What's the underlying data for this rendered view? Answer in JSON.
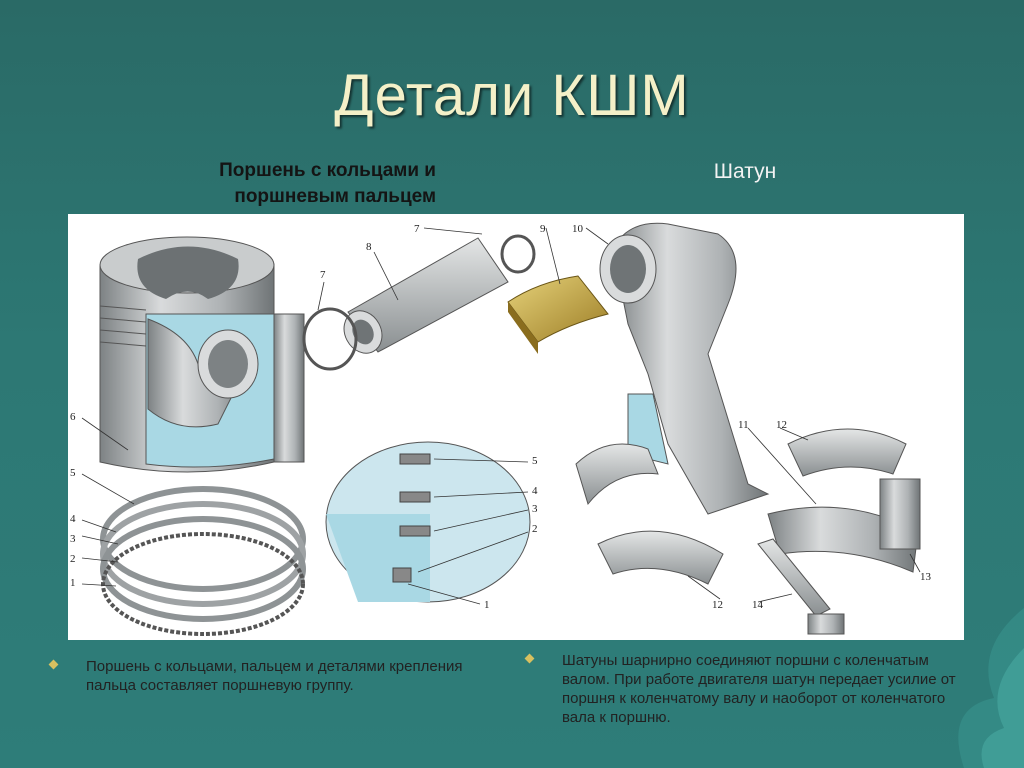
{
  "slide": {
    "title": "Детали КШМ",
    "heading_left": "Поршень с кольцами и\nпоршневым пальцем",
    "heading_right": "Шатун"
  },
  "figure": {
    "callouts_left": [
      "6",
      "5",
      "4",
      "3",
      "2",
      "1"
    ],
    "callouts_pin": [
      "7",
      "8",
      "7"
    ],
    "callout_liner": "9",
    "callouts_detail": [
      "5",
      "4",
      "3",
      "2",
      "1"
    ],
    "callouts_rod": [
      "10",
      "11",
      "12",
      "12",
      "13",
      "14"
    ]
  },
  "bullets": {
    "left": "Поршень с кольцами, пальцем и деталями крепления пальца составляет поршневую группу.",
    "right": "Шатуны шарнирно соединяют поршни с коленчатым валом. При работе двигателя шатун передает усилие от поршня к коленчатому валу и наоборот от коленчатого вала к поршню."
  },
  "colors": {
    "background": "#2d7874",
    "title": "#f4f0c8",
    "bullet": "#d8c060",
    "metal": "#b9bcbd",
    "section_fill": "#a9d8e4",
    "liner": "#c8a84a"
  }
}
